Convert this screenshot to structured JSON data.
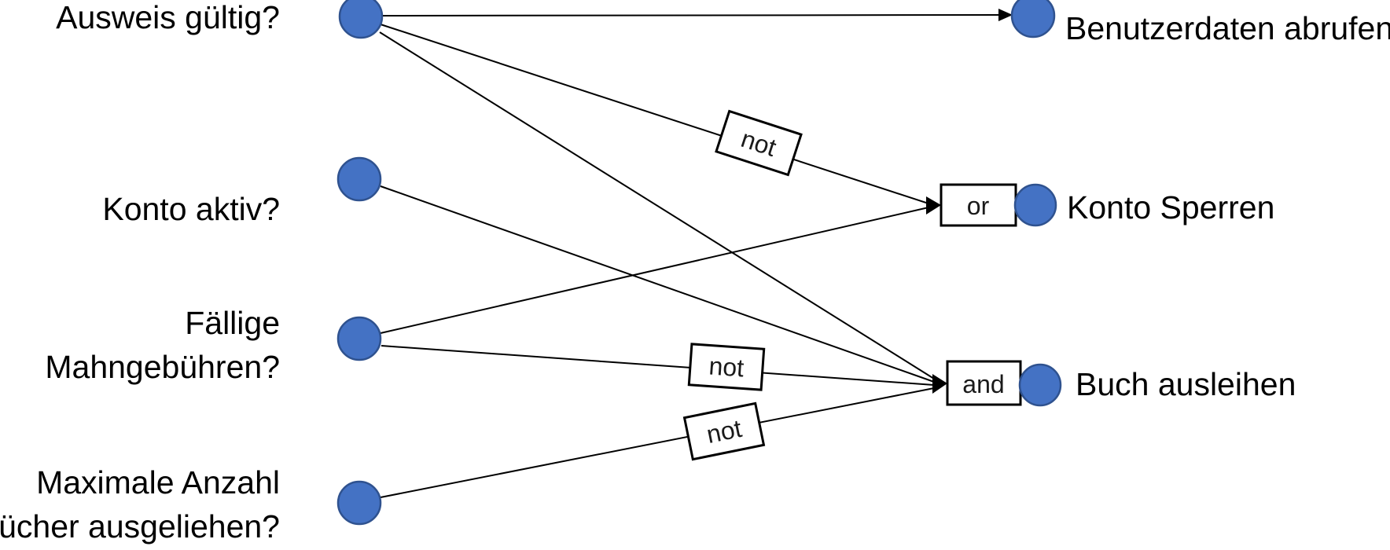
{
  "diagram_type": "logic-decision-network",
  "inputs": [
    {
      "id": "ausweis-gueltig",
      "lines": [
        "Ausweis gültig?"
      ]
    },
    {
      "id": "konto-aktiv",
      "lines": [
        "Konto aktiv?"
      ]
    },
    {
      "id": "faellige-mahngebuehren",
      "lines": [
        "Fällige",
        "Mahngebühren?"
      ]
    },
    {
      "id": "maximale-anzahl-buecher",
      "lines": [
        "Maximale Anzahl",
        "Bücher ausgeliehen?"
      ]
    }
  ],
  "outputs": [
    {
      "id": "benutzerdaten-abrufen",
      "label": "Benutzerdaten abrufen",
      "gate": null
    },
    {
      "id": "konto-sperren",
      "label": "Konto Sperren",
      "gate": "or"
    },
    {
      "id": "buch-ausleihen",
      "label": "Buch ausleihen",
      "gate": "and"
    }
  ],
  "gate_labels": {
    "or": "or",
    "and": "and",
    "not": "not"
  },
  "edges": [
    {
      "from": "Ausweis gültig?",
      "to": "Benutzerdaten abrufen",
      "through": []
    },
    {
      "from": "Ausweis gültig?",
      "to": "Konto Sperren",
      "through": [
        "not",
        "or"
      ]
    },
    {
      "from": "Ausweis gültig?",
      "to": "Buch ausleihen",
      "through": [
        "and"
      ]
    },
    {
      "from": "Konto aktiv?",
      "to": "Buch ausleihen",
      "through": [
        "and"
      ]
    },
    {
      "from": "Fällige Mahngebühren?",
      "to": "Konto Sperren",
      "through": [
        "or"
      ]
    },
    {
      "from": "Fällige Mahngebühren?",
      "to": "Buch ausleihen",
      "through": [
        "not",
        "and"
      ]
    },
    {
      "from": "Maximale Anzahl Bücher ausgeliehen?",
      "to": "Buch ausleihen",
      "through": [
        "not",
        "and"
      ]
    }
  ],
  "colors": {
    "node_fill": "#4472C4",
    "node_stroke": "#2F528F",
    "line": "#000000",
    "arrow_fill": "#000000",
    "gate_fill": "#FFFFFF",
    "gate_stroke": "#000000"
  }
}
